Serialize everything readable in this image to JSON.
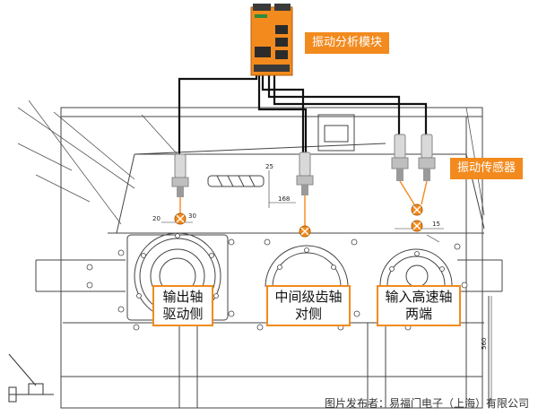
{
  "callouts": {
    "vibration_module": "振动分析模块",
    "vibration_sensor": "振动传感器"
  },
  "positions": {
    "output_shaft": {
      "line1": "输出轴",
      "line2": "驱动侧"
    },
    "intermediate_shaft": {
      "line1": "中间级齿轴",
      "line2": "对侧"
    },
    "input_shaft": {
      "line1": "输入高速轴",
      "line2": "两端"
    }
  },
  "dimensions": {
    "d20": "20",
    "d30": "30",
    "d25": "25",
    "d168": "168",
    "d15": "15",
    "d560": "560"
  },
  "credit": "图片发布者：易福门电子（上海）有限公司",
  "colors": {
    "accent_orange": "#f28a1e",
    "cable": "#111111",
    "drawing_line": "#444444"
  }
}
